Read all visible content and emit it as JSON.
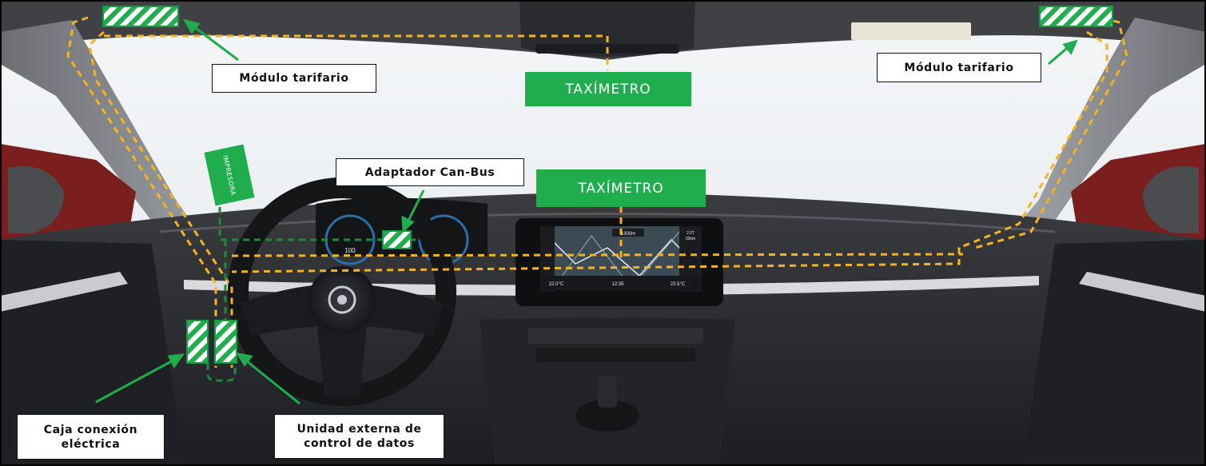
{
  "labels": {
    "modulo_left": "Módulo tarifario",
    "modulo_right": "Módulo tarifario",
    "taximetro_top": "TAXÍMETRO",
    "taximetro_mid": "TAXÍMETRO",
    "adaptador": "Adaptador Can-Bus",
    "impresora": "IMPRESORA",
    "caja_line1": "Caja conexión",
    "caja_line2": "eléctrica",
    "unidad_line1": "Unidad externa de",
    "unidad_line2": "control de datos"
  },
  "screen": {
    "distance": "1300m",
    "temp_left": "22.0°C",
    "time": "12:35",
    "temp_right": "23.5°C",
    "mini_time": "2:27",
    "mini_km": "32km",
    "speed": "100"
  },
  "colors": {
    "green": "#1fad4e",
    "wire_yellow": "#f5b324",
    "wire_green": "#1f8a3c",
    "arrow_green": "#1fad4e"
  }
}
